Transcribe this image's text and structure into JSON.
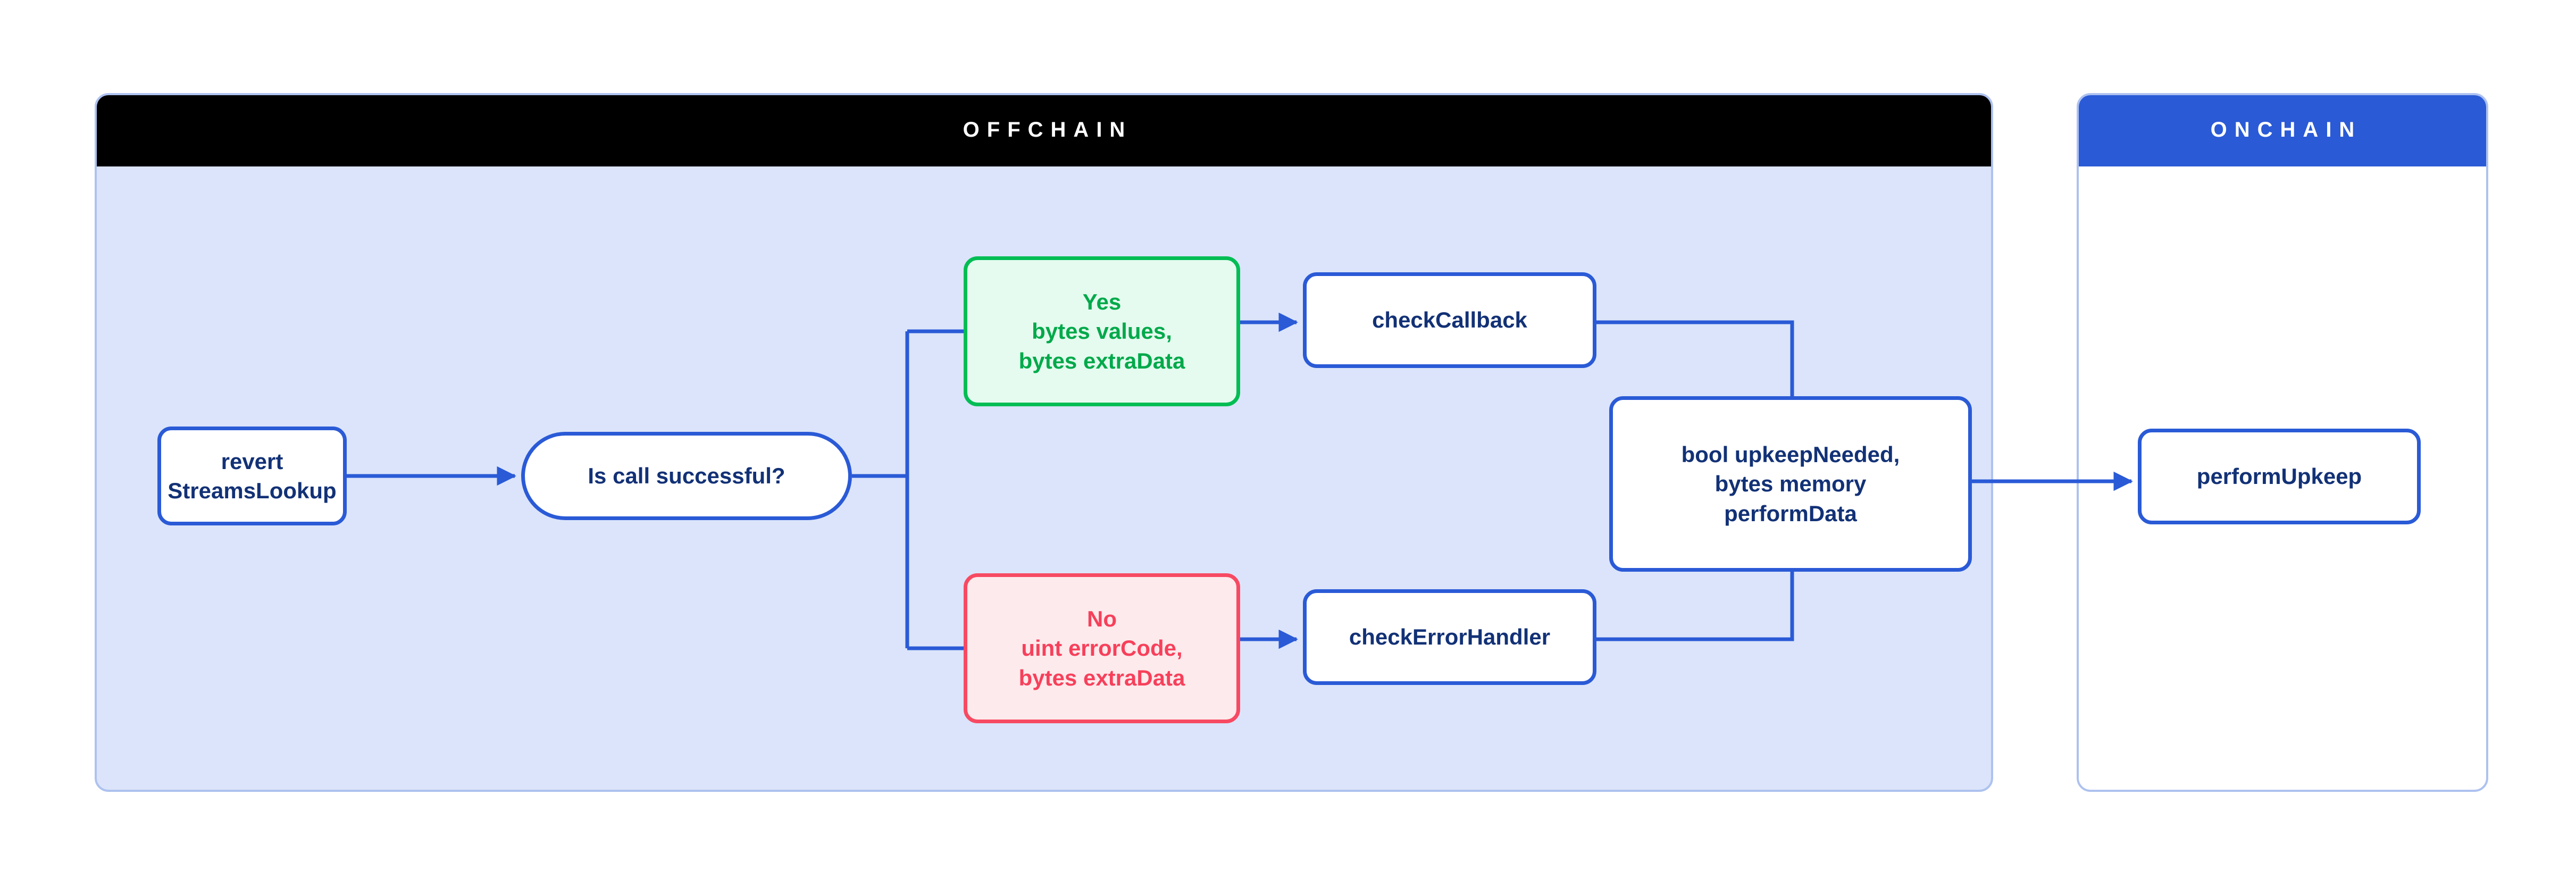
{
  "diagram": {
    "title_not_shown": "",
    "panels": [
      {
        "id": "offchain",
        "label": "OFFCHAIN",
        "header_bg": "#000000",
        "body_bg": "#dbe4fa",
        "border": "#aec2f0"
      },
      {
        "id": "onchain",
        "label": "ONCHAIN",
        "header_bg": "#2a5ad6",
        "body_bg": "#ffffff",
        "border": "#aec2f0"
      }
    ],
    "nodes": {
      "revert": {
        "label": "revert\nStreamsLookup",
        "shape": "rounded-rect",
        "panel": "offchain",
        "text_color": "#123176",
        "border_color": "#2a5ad6",
        "fill": "#ffffff"
      },
      "decision": {
        "label": "Is call successful?",
        "shape": "stadium",
        "panel": "offchain",
        "text_color": "#123176",
        "border_color": "#2a5ad6",
        "fill": "#ffffff"
      },
      "yes": {
        "label": "Yes\nbytes values,\nbytes extraData",
        "shape": "rounded-rect",
        "panel": "offchain",
        "text_color": "#00a94a",
        "border_color": "#00bd54",
        "fill": "#e5fbef"
      },
      "no": {
        "label": "No\nuint errorCode,\nbytes extraData",
        "shape": "rounded-rect",
        "panel": "offchain",
        "text_color": "#f7405b",
        "border_color": "#f74a62",
        "fill": "#fdeaec"
      },
      "callback": {
        "label": "checkCallback",
        "shape": "rounded-rect",
        "panel": "offchain",
        "text_color": "#123176",
        "border_color": "#2a5ad6",
        "fill": "#ffffff"
      },
      "errorhandler": {
        "label": "checkErrorHandler",
        "shape": "rounded-rect",
        "panel": "offchain",
        "text_color": "#123176",
        "border_color": "#2a5ad6",
        "fill": "#ffffff"
      },
      "upkeepneeded": {
        "label": "bool upkeepNeeded,\nbytes memory\nperformData",
        "shape": "rounded-rect",
        "panel": "offchain",
        "text_color": "#123176",
        "border_color": "#2a5ad6",
        "fill": "#ffffff"
      },
      "performupkeep": {
        "label": "performUpkeep",
        "shape": "rounded-rect",
        "panel": "onchain",
        "text_color": "#123176",
        "border_color": "#2a5ad6",
        "fill": "#ffffff"
      }
    },
    "edges": [
      {
        "from": "revert",
        "to": "decision",
        "arrow": true,
        "label": ""
      },
      {
        "from": "decision",
        "to": "yes",
        "arrow": false,
        "label": ""
      },
      {
        "from": "decision",
        "to": "no",
        "arrow": false,
        "label": ""
      },
      {
        "from": "yes",
        "to": "callback",
        "arrow": true,
        "label": ""
      },
      {
        "from": "no",
        "to": "errorhandler",
        "arrow": true,
        "label": ""
      },
      {
        "from": "callback",
        "to": "upkeepneeded",
        "arrow": false,
        "label": ""
      },
      {
        "from": "errorhandler",
        "to": "upkeepneeded",
        "arrow": false,
        "label": ""
      },
      {
        "from": "upkeepneeded",
        "to": "performupkeep",
        "arrow": true,
        "label": ""
      }
    ],
    "colors": {
      "connector": "#2a5ad6",
      "panel_border": "#aec2f0",
      "offchain_fill": "#dbe4fa",
      "node_text": "#123176",
      "green": "#00bd54",
      "red": "#f74a62",
      "accent_blue": "#2a5ad6",
      "header_black": "#000000",
      "page_bg": "#ffffff"
    }
  }
}
